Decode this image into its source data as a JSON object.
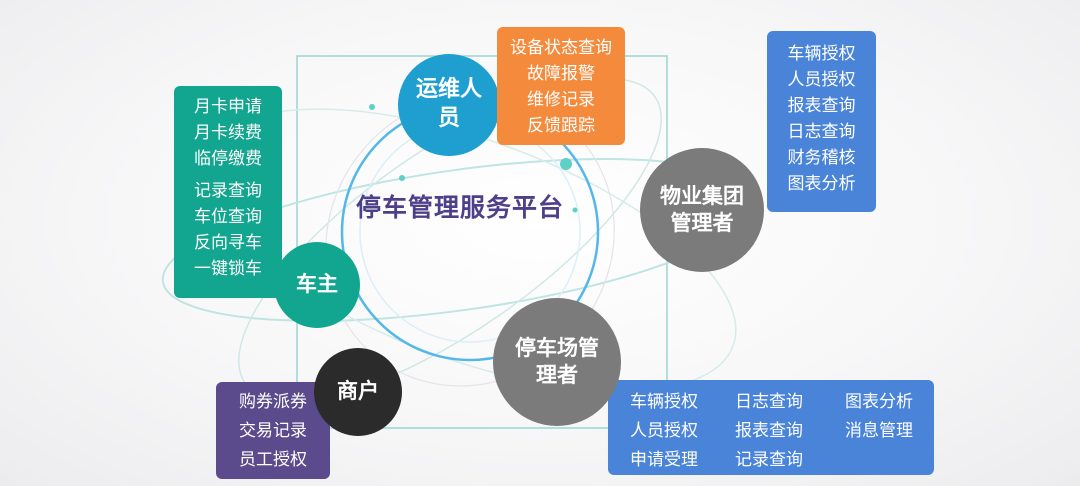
{
  "diagram": {
    "center_title": "停车管理服务平台",
    "roles": {
      "maintenance": "运维人员",
      "property": "物业集团管理者",
      "owner": "车主",
      "merchant": "商户",
      "lot_manager": "停车场管理者"
    },
    "boxes": {
      "maintenance": [
        "设备状态查询",
        "故障报警",
        "维修记录",
        "反馈跟踪"
      ],
      "property": [
        "车辆授权",
        "人员授权",
        "报表查询",
        "日志查询",
        "财务稽核",
        "图表分析"
      ],
      "owner_group1": [
        "月卡申请",
        "月卡续费",
        "临停缴费"
      ],
      "owner_group2": [
        "记录查询",
        "车位查询",
        "反向寻车",
        "一键锁车"
      ],
      "merchant": [
        "购券派券",
        "交易记录",
        "员工授权"
      ],
      "lot_manager": {
        "col1": [
          "车辆授权",
          "人员授权",
          "申请受理"
        ],
        "col2": [
          "日志查询",
          "报表查询",
          "记录查询"
        ],
        "col3": [
          "图表分析",
          "消息管理"
        ]
      }
    },
    "colors": {
      "title": "#4e3f8a",
      "maintenance_circle": "#1e9fcf",
      "maintenance_box": "#f48b3c",
      "property_circle": "#7b7b7b",
      "property_box": "#4a84d9",
      "owner": "#12a58f",
      "merchant_circle": "#2b2b2b",
      "merchant_box": "#5b4a8c",
      "lot_circle": "#7b7b7b",
      "lot_box": "#4a84d9"
    }
  }
}
